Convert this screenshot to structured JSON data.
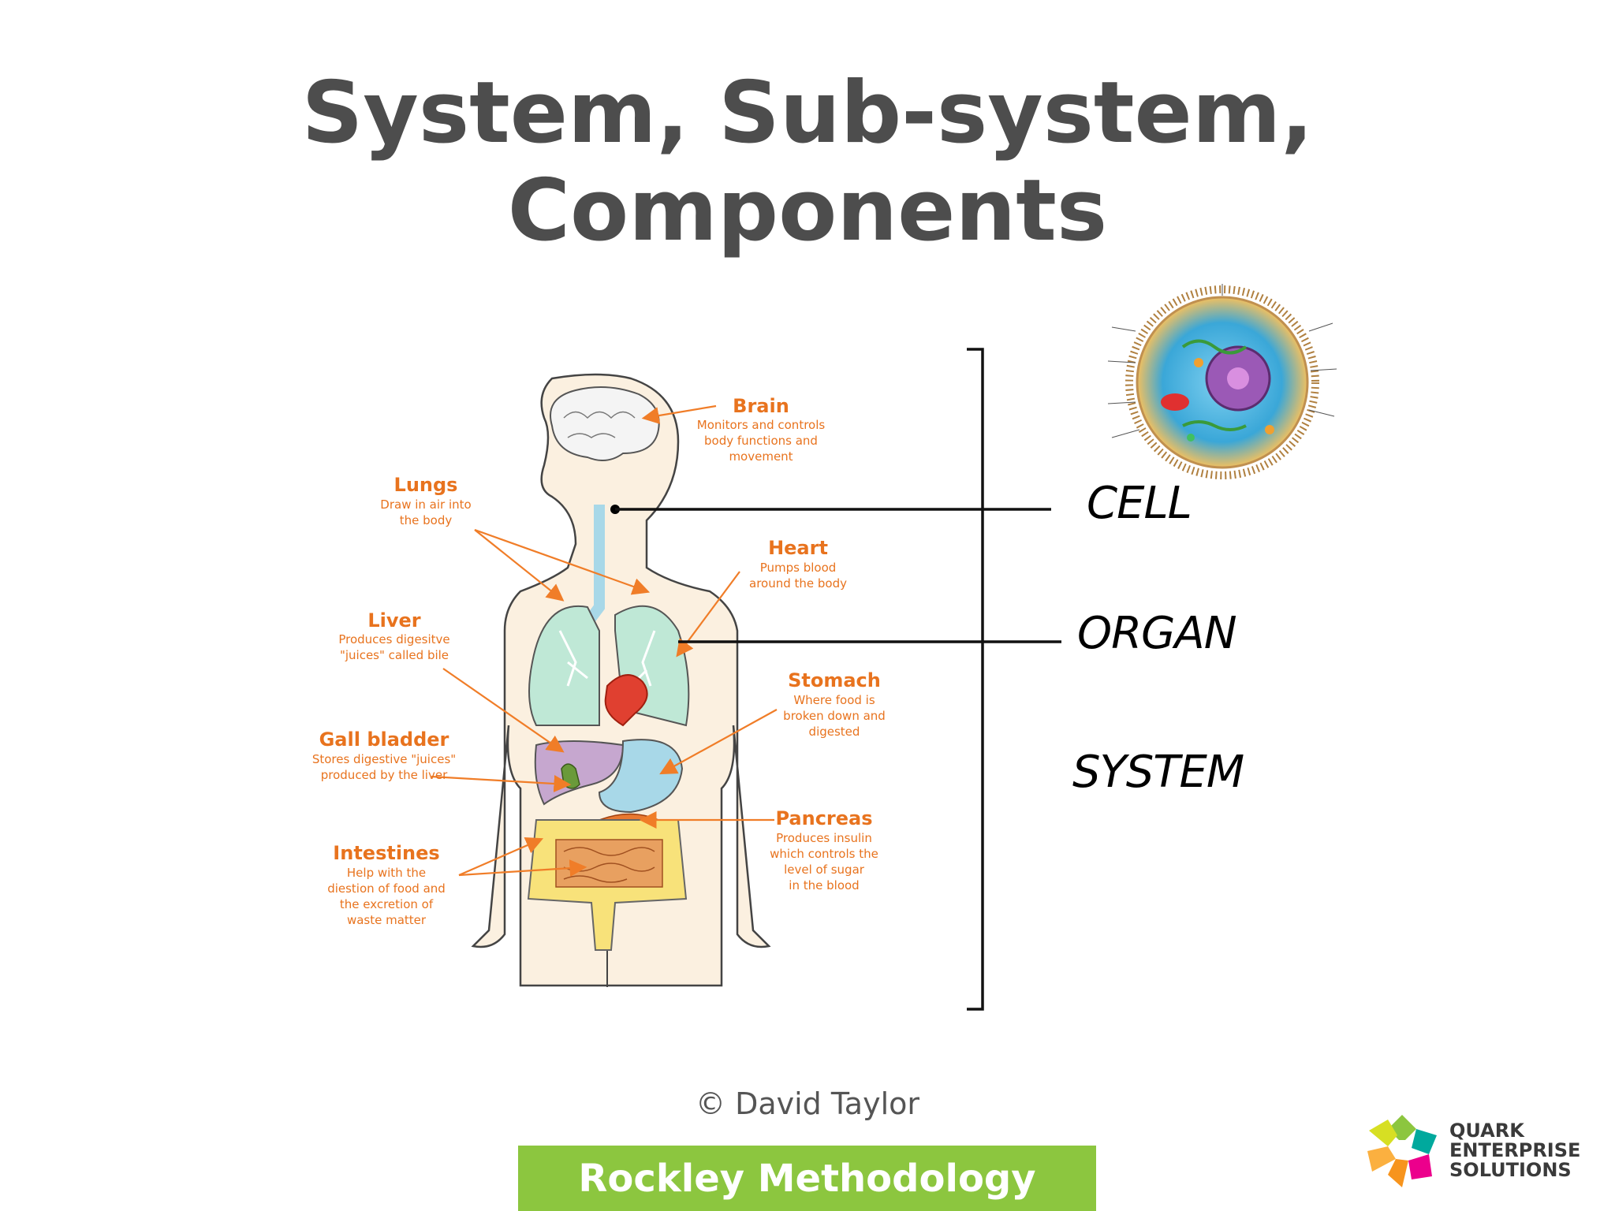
{
  "title": {
    "line1": "System, Sub-system,",
    "line2": "Components"
  },
  "organs": [
    {
      "name": "Brain",
      "desc": [
        "Monitors and controls",
        "body functions and",
        "movement"
      ]
    },
    {
      "name": "Lungs",
      "desc": [
        "Draw in air into",
        "the body"
      ]
    },
    {
      "name": "Heart",
      "desc": [
        "Pumps blood",
        "around the body"
      ]
    },
    {
      "name": "Liver",
      "desc": [
        "Produces digesitve",
        "\"juices\" called bile"
      ]
    },
    {
      "name": "Stomach",
      "desc": [
        "Where food is",
        "broken down and",
        "digested"
      ]
    },
    {
      "name": "Gall bladder",
      "desc": [
        "Stores digestive \"juices\"",
        "produced by the liver"
      ]
    },
    {
      "name": "Pancreas",
      "desc": [
        "Produces insulin",
        "which controls the",
        "level of sugar",
        "in the blood"
      ]
    },
    {
      "name": "Intestines",
      "desc": [
        "Help with the",
        "diestion of food and",
        "the excretion of",
        "waste matter"
      ]
    }
  ],
  "levels": {
    "cell": "CELL",
    "organ": "ORGAN",
    "system": "SYSTEM"
  },
  "colors": {
    "title": "#4d4d4d",
    "label_orange": "#e8731e",
    "footer_green": "#8cc63f"
  },
  "copyright": "© David Taylor",
  "footer": "Rockley Methodology",
  "logo": {
    "line1": "QUARK",
    "line2": "ENTERPRISE",
    "line3": "SOLUTIONS"
  }
}
